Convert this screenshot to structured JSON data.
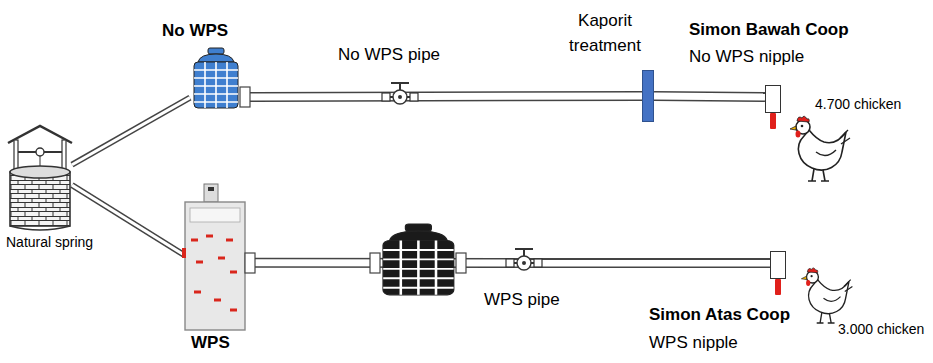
{
  "diagram": {
    "nodes": [
      {
        "text": [
          "Natural spring"
        ]
      },
      {
        "text": [
          "No WPS"
        ]
      },
      {
        "text": [
          "WPS"
        ]
      },
      {
        "text": [
          "Kaporit treatment"
        ]
      },
      {
        "text": [
          "Simon Bawah Coop",
          "No WPS nipple"
        ]
      },
      {
        "text": [
          "Simon Atas Coop",
          "WPS nipple"
        ]
      }
    ],
    "edges": [
      {
        "from": 0,
        "to": 1,
        "arrow": "none"
      },
      {
        "from": 0,
        "to": 2,
        "arrow": "none"
      },
      {
        "from": 1,
        "to": 3,
        "arrow": "none"
      },
      {
        "from": 3,
        "to": 4,
        "arrow": "none"
      },
      {
        "from": 2,
        "to": 5,
        "arrow": "none"
      }
    ],
    "labels": [
      "No WPS pipe",
      "4.700 chicken",
      "WPS pipe",
      "3.000 chicken"
    ]
  }
}
